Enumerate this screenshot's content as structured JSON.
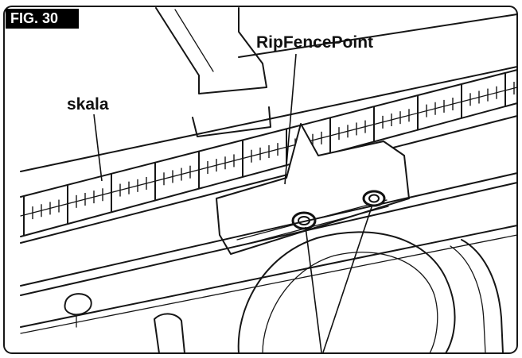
{
  "figure": {
    "number_label": "FIG. 30"
  },
  "callouts": {
    "rip_fence_point": "RipFencePoint",
    "scale": "skala"
  },
  "icons": {
    "screw_icon": "screw-icon",
    "knob_icon": "knob-icon"
  },
  "colors": {
    "line": "#161616",
    "badge_background": "#000000",
    "badge_text": "#ffffff",
    "paper": "#ffffff"
  }
}
